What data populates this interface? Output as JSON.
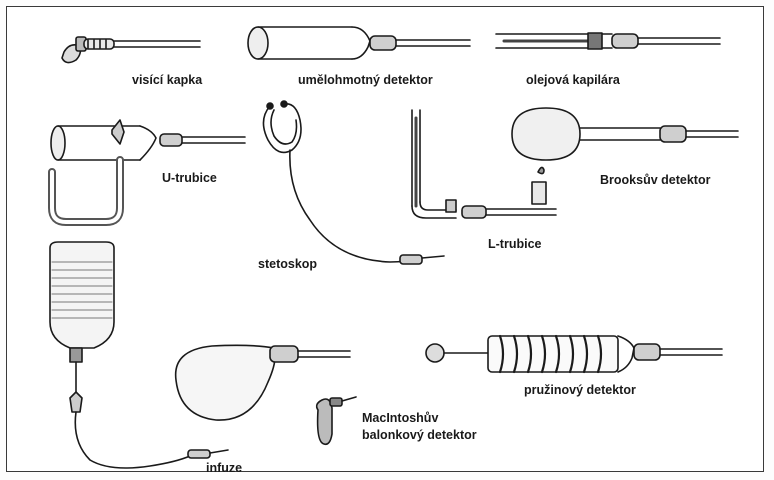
{
  "labels": {
    "hanging_drop": "visící kapka",
    "plastic_detector": "umělohmotný detektor",
    "oil_capillary": "olejová kapilára",
    "u_tube": "U-trubice",
    "stethoscope": "stetoskop",
    "l_tube": "L-trubice",
    "brooks_detector": "Brooksův detektor",
    "infusion": "infuze",
    "spring_detector": "pružinový detektor",
    "macintosh_line1": "MacIntoshův",
    "macintosh_line2": "balonkový detektor"
  }
}
